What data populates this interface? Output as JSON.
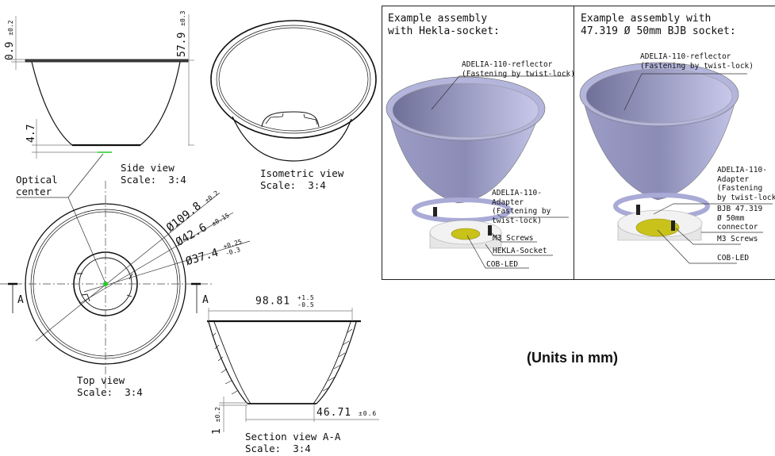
{
  "units_note": "(Units in mm)",
  "side_view": {
    "title": "Side view",
    "scale": "Scale:  3:4",
    "dim_flange": "0.9",
    "dim_flange_tol": "±0.2",
    "dim_height": "57.9",
    "dim_height_tol": "±0.3",
    "dim_bottom": "4.7",
    "optical_center_label": "Optical\ncenter"
  },
  "isometric_view": {
    "title": "Isometric view",
    "scale": "Scale:  3:4"
  },
  "top_view": {
    "title": "Top view",
    "scale": "Scale:  3:4",
    "section_marker": "A",
    "dia_outer": "Ø109.8",
    "dia_outer_tol": "±0.2",
    "dia_mid": "Ø42.6",
    "dia_mid_tol": "±0.15",
    "dia_inner": "Ø37.4",
    "dia_inner_tol_plus": "+0.25",
    "dia_inner_tol_minus": "-0.3"
  },
  "section_view": {
    "title": "Section view A-A",
    "scale": "Scale:  3:4",
    "section_marker": "A",
    "dim_top_width": "98.81",
    "dim_top_tol_plus": "+1.5",
    "dim_top_tol_minus": "-0.5",
    "dim_bottom_width": "46.71",
    "dim_bottom_tol": "±0.6",
    "dim_thickness": "1",
    "dim_thickness_tol": "±0.2"
  },
  "assembly_hekla": {
    "title": "Example assembly\nwith Hekla-socket:",
    "callouts": {
      "reflector": "ADELIA-110-reflector\n(Fastening by twist-lock)",
      "adapter": "ADELIA-110-\nAdapter\n(Fastening by\ntwist-lock)",
      "screws": "M3 Screws",
      "socket": "HEKLA-Socket",
      "led": "COB-LED"
    }
  },
  "assembly_bjb": {
    "title": "Example assembly with\n47.319 Ø 50mm BJB socket:",
    "callouts": {
      "reflector": "ADELIA-110-reflector\n(Fastening by twist-lock)",
      "adapter": "ADELIA-110-\nAdapter\n(Fastening\nby twist-lock)",
      "connector": "BJB 47.319\nØ 50mm\nconnector",
      "screws": "M3 Screws",
      "led": "COB-LED"
    }
  },
  "colors": {
    "reflector": "#b9b9de",
    "reflector_dark": "#8e8fb8",
    "led": "#c8c21a",
    "optical_center": "#22cc22"
  }
}
